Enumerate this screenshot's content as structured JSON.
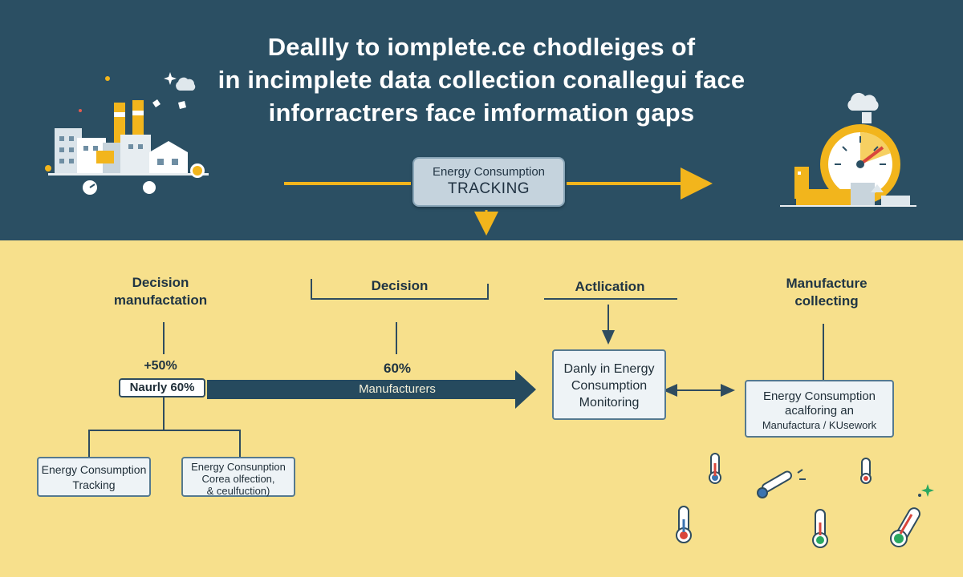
{
  "header": {
    "title_lines": [
      "Deallly to iomplete.ce chodleiges of",
      "in incimplete data collection conallegui face",
      "inforractrers face imformation gaps"
    ]
  },
  "center_box": {
    "line1": "Energy Consumption",
    "line2": "TRACKING"
  },
  "columns": {
    "col1": {
      "heading": [
        "Decision",
        "manufactation"
      ],
      "stat": "+50%",
      "stat_box": "Naurly 60%",
      "sub_boxes": [
        [
          "Energy Consumption",
          "Tracking"
        ],
        [
          "Energy Consunption",
          "Corea olfection,",
          "& ceulfuction)"
        ]
      ]
    },
    "col2": {
      "heading": "Decision",
      "stat": "60%",
      "arrow_label": "Manufacturers"
    },
    "col3": {
      "heading": "Actlication",
      "box": [
        "Danly in Energy",
        "Consumption",
        "Monitoring"
      ]
    },
    "col4": {
      "heading": [
        "Manufacture",
        "collecting"
      ],
      "box": [
        "Energy Consumption",
        "acalforing an",
        "Manufactura / KUsework"
      ]
    }
  },
  "colors": {
    "top_bg": "#2b4f63",
    "bottom_bg": "#f7e08c",
    "accent_yellow": "#f2b51c",
    "dark_arrow": "#264a5e"
  }
}
